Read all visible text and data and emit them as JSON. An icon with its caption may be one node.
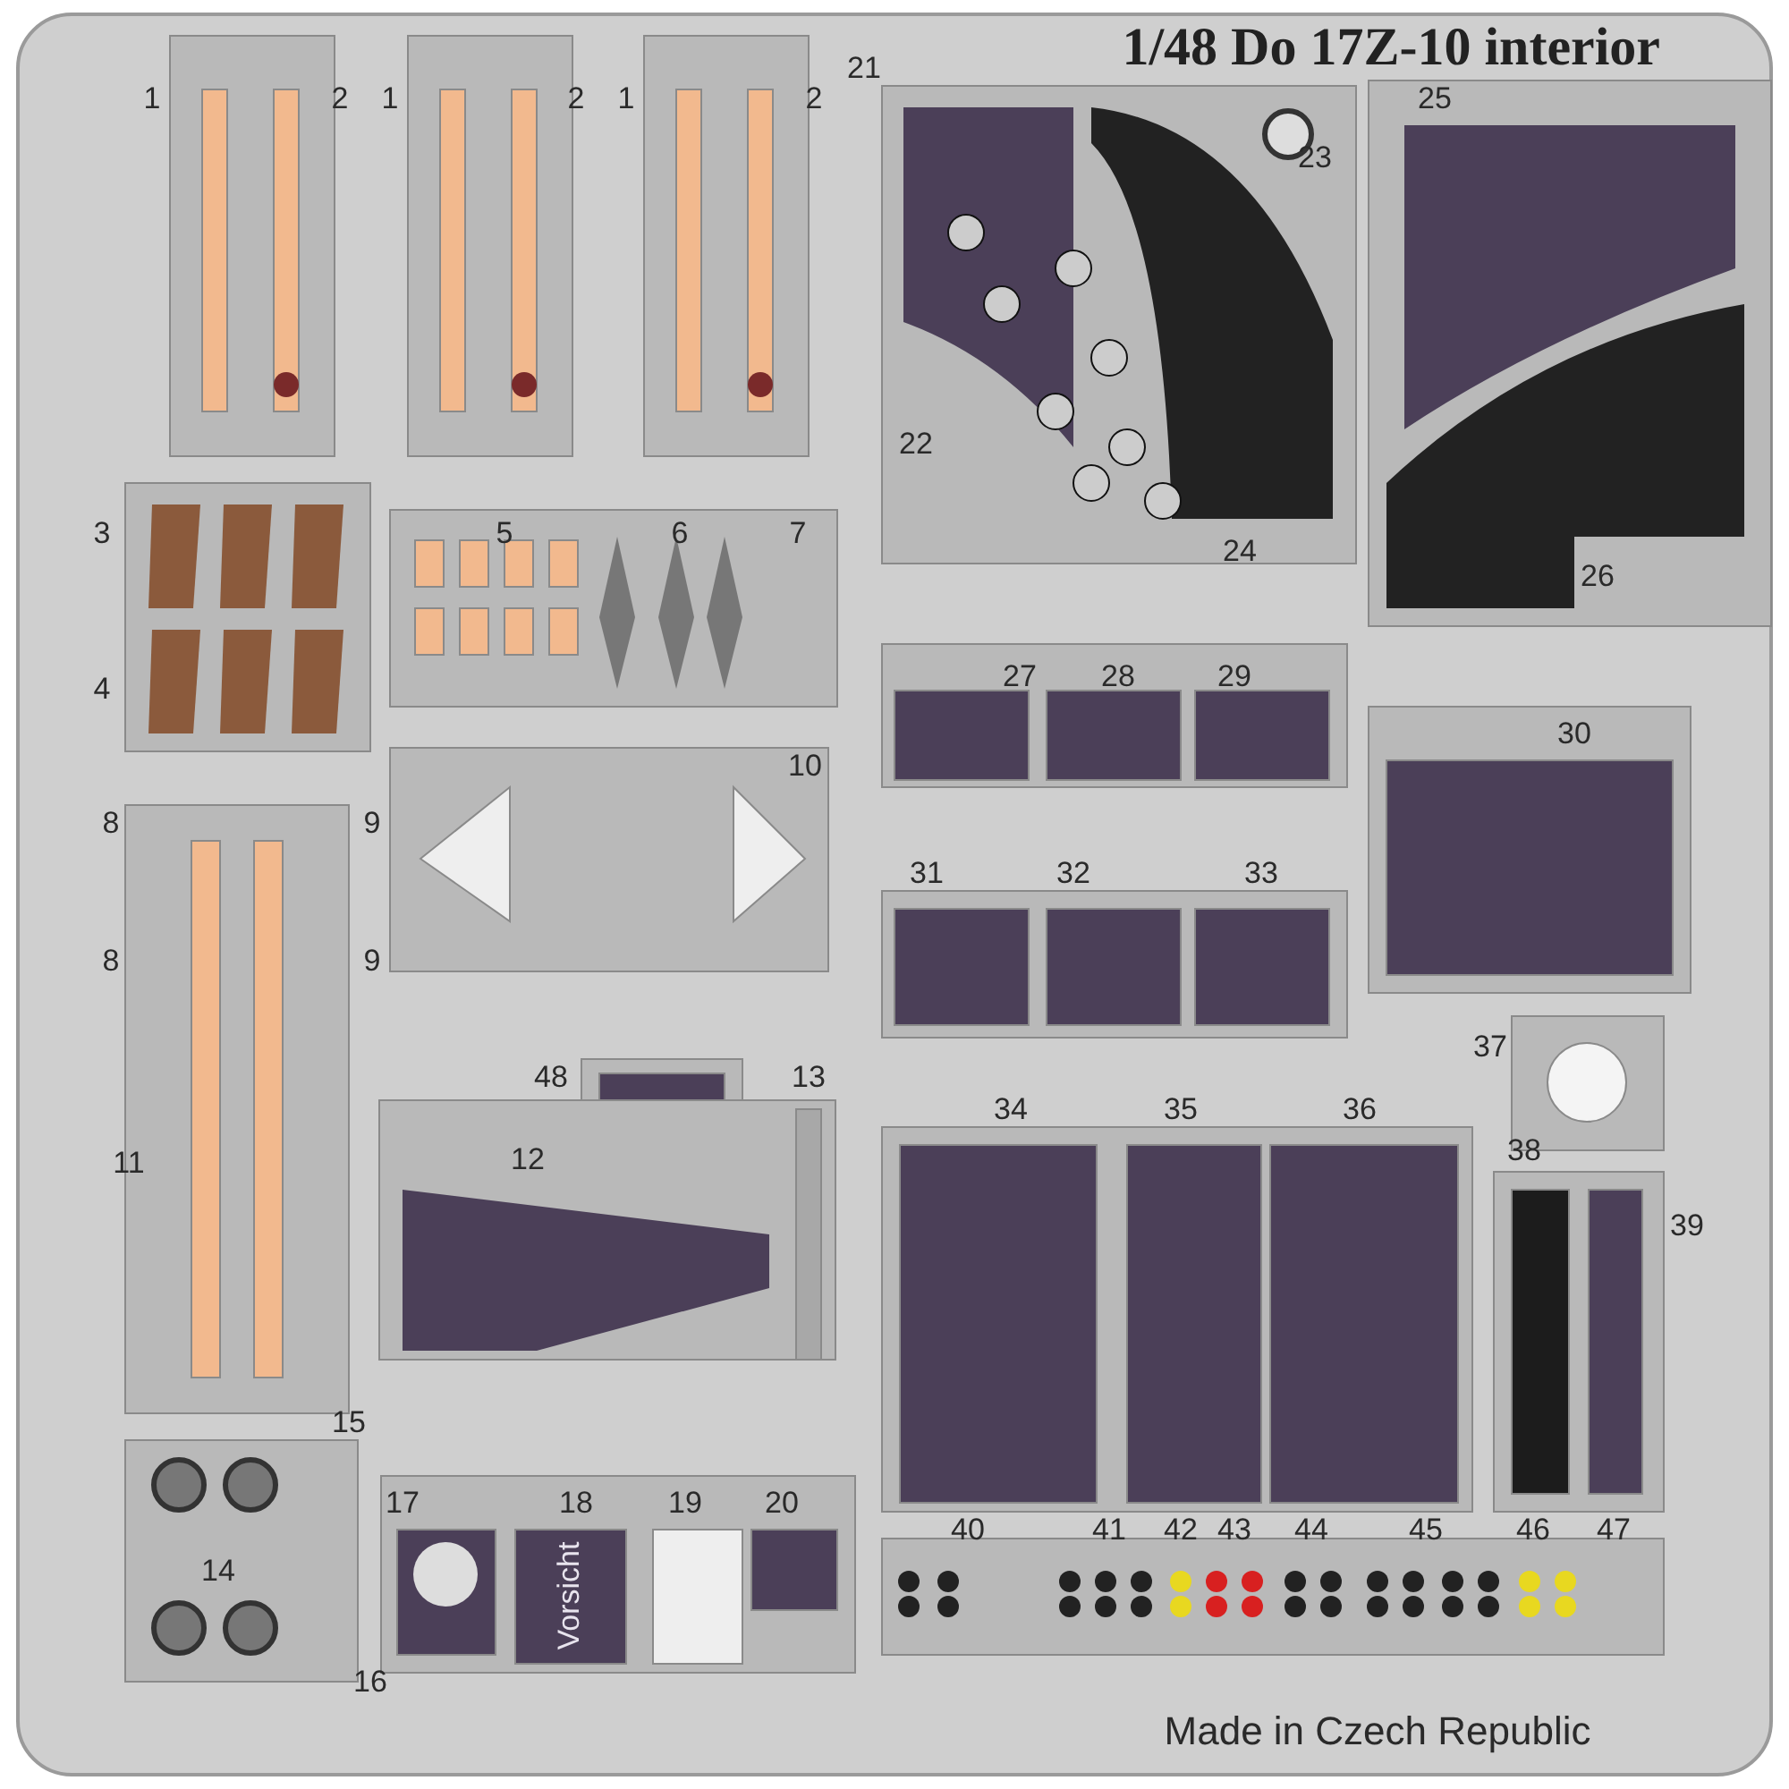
{
  "diagram": {
    "title": "1/48 Do 17Z-10 interior",
    "labels": [
      "21",
      "1",
      "2",
      "1",
      "2",
      "1",
      "2",
      "25",
      "23",
      "22",
      "3",
      "5",
      "6",
      "7",
      "24",
      "26",
      "4",
      "27",
      "28",
      "29",
      "30",
      "10",
      "8",
      "9",
      "31",
      "32",
      "33",
      "8",
      "9",
      "37",
      "48",
      "13",
      "11",
      "12",
      "34",
      "35",
      "36",
      "38",
      "39",
      "15",
      "17",
      "18",
      "19",
      "20",
      "40",
      "41",
      "42",
      "43",
      "44",
      "45",
      "46",
      "47",
      "14",
      "Vorsicht",
      "16",
      "Made in Czech Republic"
    ]
  }
}
